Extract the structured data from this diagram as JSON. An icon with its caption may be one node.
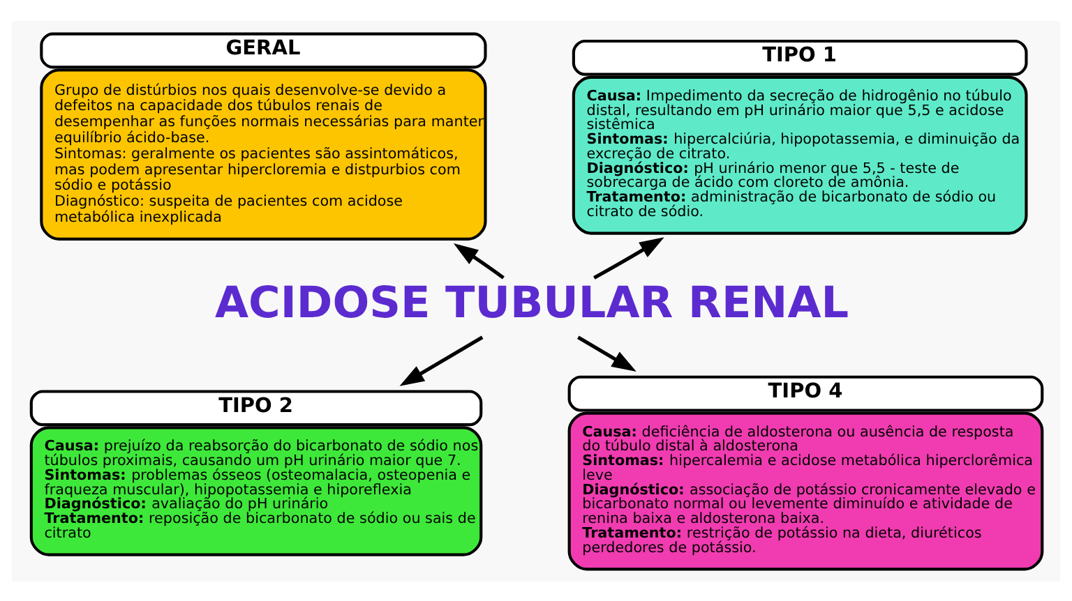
{
  "diagram": {
    "nodes": [
      {
        "text": [
          "GERAL",
          "Grupo de distúrbios nos quais desenvolve-se devido a defeitos na capacidade dos túbulos renais de desempenhar as funções normais necessárias para manter equilíbrio ácido-base.",
          "Sintomas: geralmente os pacientes são assintomáticos, mas podem apresentar hipercloremia e distpurbios com sódio e potássio",
          "Diagnóstico: suspeita de pacientes com acidose metabólica inexplicada"
        ]
      },
      {
        "text": [
          "TIPO 1",
          "Causa: Impedimento da secreção de hidrogênio no túbulo distal, resultando em pH urinário maior que 5,5 e acidose sistêmica",
          "Sintomas: hipercalciúria, hipopotassemia, e diminuição da excreção de citrato.",
          "Diagnóstico: pH urinário menor que 5,5 - teste de sobrecarga de ácido com cloreto de amônia.",
          "Tratamento: administração de bicarbonato de sódio ou citrato de sódio."
        ]
      },
      {
        "text": [
          "ACIDOSE TUBULAR RENAL"
        ]
      },
      {
        "text": [
          "TIPO 2",
          "Causa: prejuízo da reabsorção do bicarbonato de sódio nos túbulos proximais, causando um pH urinário maior que 7.",
          "Sintomas: problemas ósseos (osteomalacia, osteopenia e fraqueza muscular), hipopotassemia e hiporeflexia",
          "Diagnóstico: avaliação do pH urinário",
          "Tratamento: reposição de bicarbonato de sódio ou sais de citrato"
        ]
      },
      {
        "text": [
          "TIPO 4",
          "Causa: deficiência de aldosterona ou ausência de resposta do túbulo distal à aldosterona",
          "Sintomas: hipercalemia e acidose metabólica hiperclorêmica leve",
          "Diagnóstico: associação de potássio cronicamente elevado e bicarbonato normal ou levemente diminuído e atividade de renina baixa e aldosterona baixa.",
          "Tratamento: restrição de potássio na dieta, diuréticos perdedores de potássio."
        ]
      }
    ],
    "edges": [
      {
        "from": 2,
        "to": 0,
        "arrow": "to"
      },
      {
        "from": 2,
        "to": 1,
        "arrow": "to"
      },
      {
        "from": 2,
        "to": 3,
        "arrow": "to"
      },
      {
        "from": 2,
        "to": 4,
        "arrow": "to"
      }
    ]
  }
}
